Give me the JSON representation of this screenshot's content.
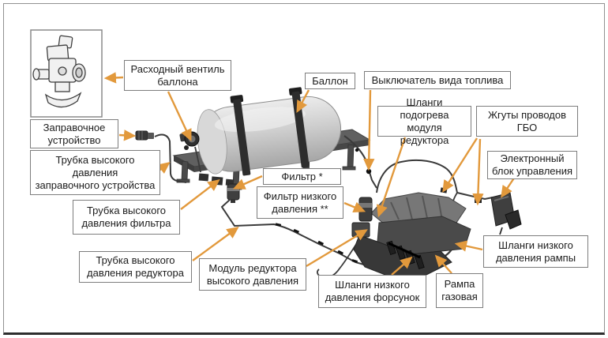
{
  "diagram": {
    "title": "",
    "labels": {
      "rashodny_ventil": "Расходный вентиль\nбаллона",
      "ballon": "Баллон",
      "vyklyuchatel": "Выключатель вида топлива",
      "zapravochnoe": "Заправочное\nустройство",
      "shlangi_podogreva": "Шланги подогрева\nмодуля редуктора",
      "zhguty": "Жгуты проводов\nГБО",
      "trubka_zapravochnogo": "Трубка высокого\nдавления\nзаправочного устройства",
      "ecu": "Электронный\nблок управления",
      "filtr": "Фильтр *",
      "filtr_nizkogo": "Фильтр низкого\nдавления **",
      "trubka_filtra": "Трубка высокого\nдавления фильтра",
      "shlangi_rampy": "Шланги низкого\nдавления рампы",
      "trubka_reduktora": "Трубка высокого\nдавления редуктора",
      "modul_reduktora": "Модуль редуктора\nвысокого давления",
      "shlangi_forsunok": "Шланги низкого\nдавления форсунок",
      "rampa": "Рампа\nгазовая"
    },
    "colors": {
      "arrow": "#E2993C",
      "box_border": "#7d7d7d",
      "box_fill": "#ffffff",
      "line_art": "#3a3a3a",
      "page_frame": "#919191",
      "bottom_bar": "#2d2d2d"
    }
  }
}
